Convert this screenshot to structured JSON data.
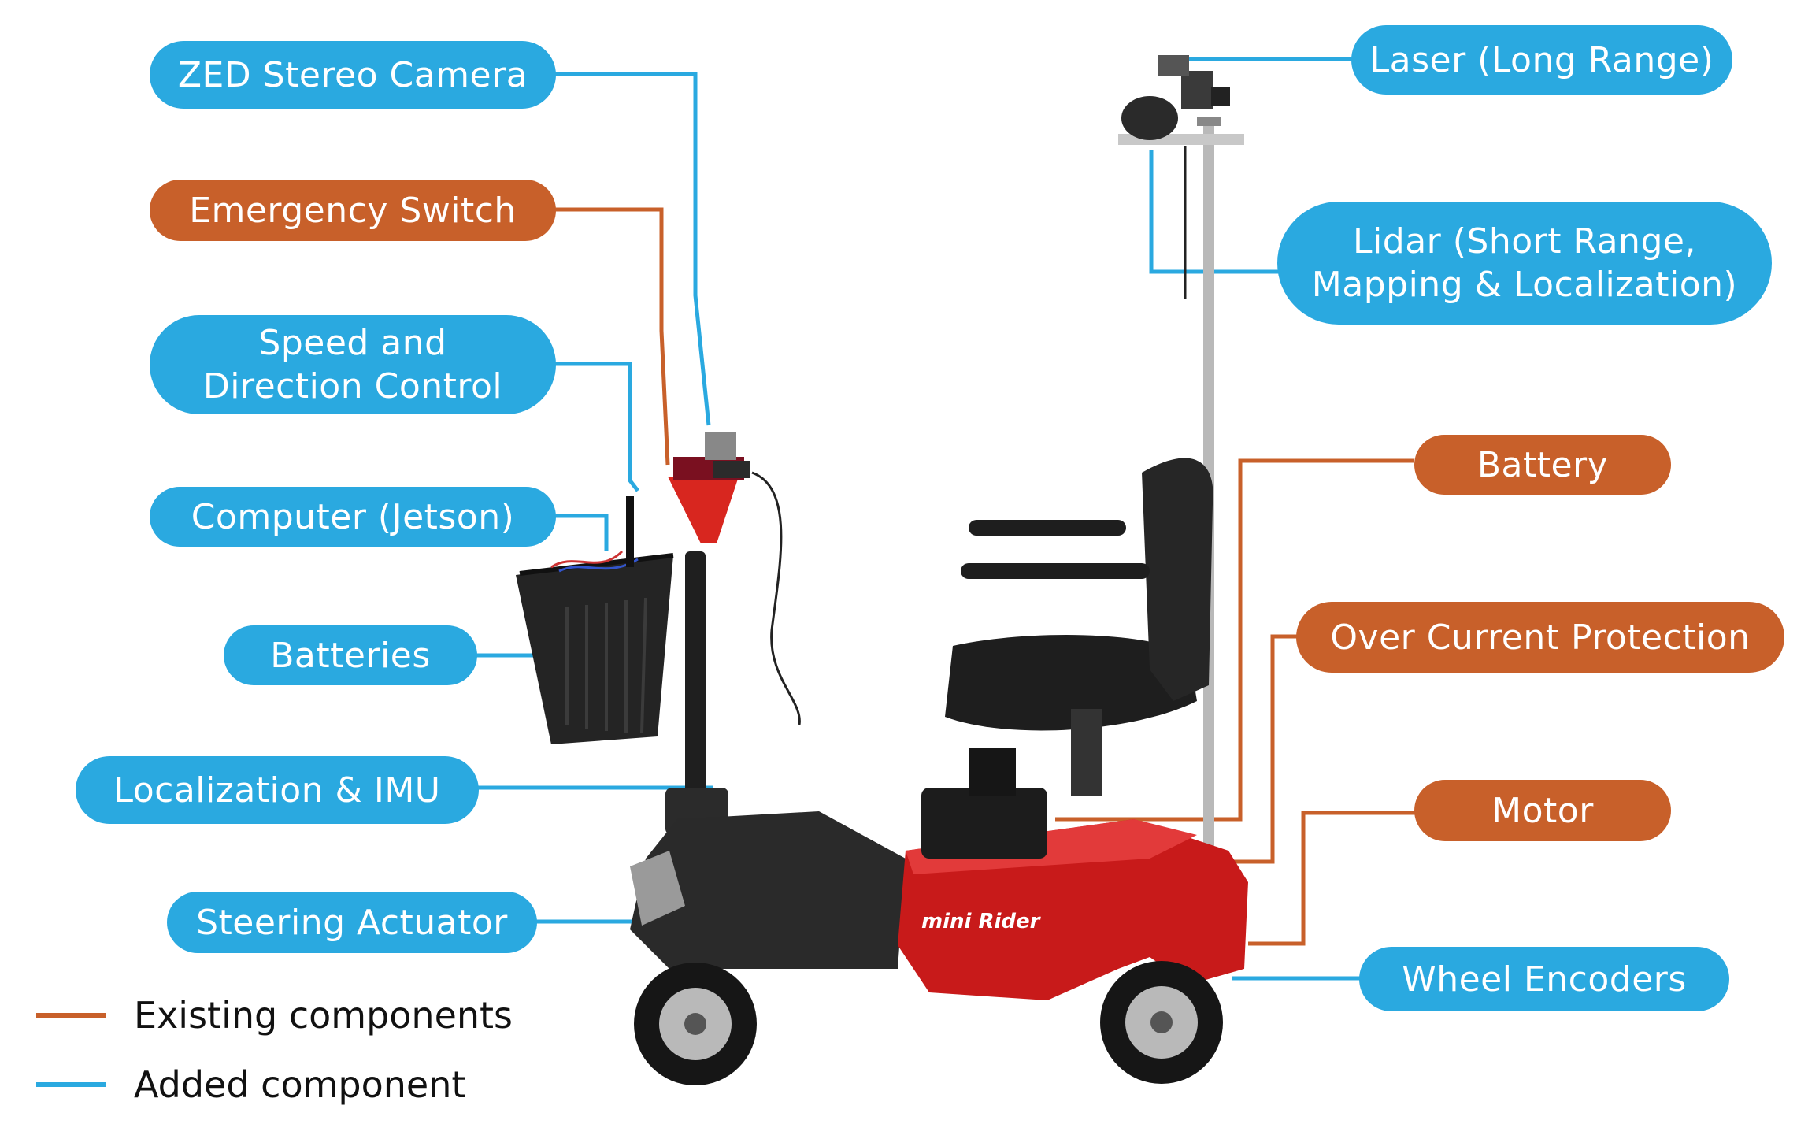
{
  "colors": {
    "added": "#2aa9e0",
    "existing": "#c8602a"
  },
  "labels": {
    "zed_camera": "ZED Stereo Camera",
    "emergency_switch": "Emergency Switch",
    "speed_control": "Speed and\nDirection Control",
    "computer": "Computer (Jetson)",
    "batteries": "Batteries",
    "localization": "Localization & IMU",
    "steering": "Steering Actuator",
    "laser": "Laser (Long Range)",
    "lidar": "Lidar (Short Range,\nMapping & Localization)",
    "battery": "Battery",
    "over_current": "Over Current Protection",
    "motor": "Motor",
    "wheel_encoders": "Wheel Encoders"
  },
  "legend": {
    "existing": "Existing components",
    "added": "Added component"
  },
  "photo": {
    "subject": "mobility-scooter",
    "brand_text": "mini Rider"
  }
}
